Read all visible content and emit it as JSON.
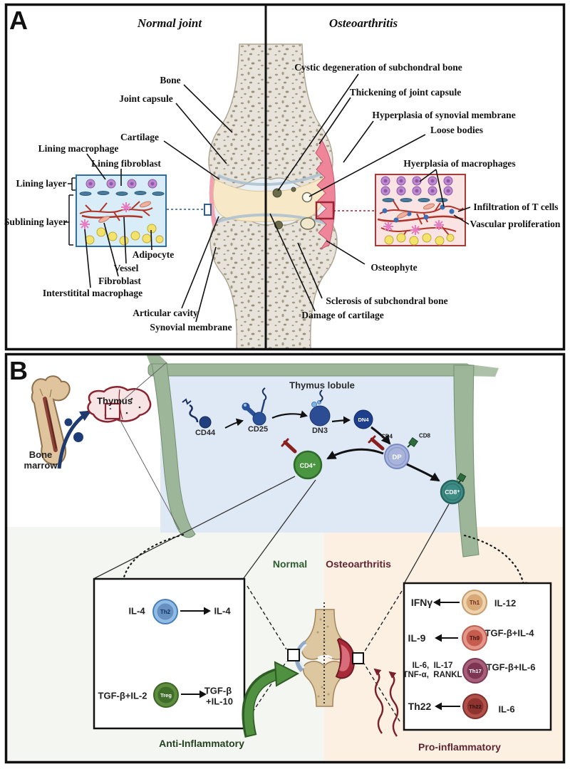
{
  "colors": {
    "anti_inflammatory_green": "#24421f",
    "pro_inflammatory_maroon": "#5e2633",
    "normal_green": "#2d5c2f",
    "synovium_pink": "#ef8599",
    "lobule_wall_green": "#9db699"
  },
  "panelA": {
    "label": "A",
    "normal_title": "Normal joint",
    "oa_title": "Osteoarthritis",
    "bone": "Bone",
    "joint_capsule": "Joint capsule",
    "cartilage": "Cartilage",
    "lining_macrophage": "Lining macrophage",
    "lining_fibroblast": "Lining fibroblast",
    "lining_layer": "Lining layer",
    "sublining_layer": "Sublining layer",
    "adipocyte": "Adipocyte",
    "vessel": "Vessel",
    "fibroblast": "Fibroblast",
    "interstitial_macrophage": "Interstitital macrophage",
    "articular_cavity": "Articular cavity",
    "synovial_membrane": "Synovial membrane",
    "cystic": "Cystic degeneration of subchondral bone",
    "thickening": "Thickening of joint capsule",
    "hyperplasia_synovial": "Hyperplasia of synovial membrane",
    "loose_bodies": "Loose bodies",
    "hyperplasia_macrophages": "Hyerplasia of macrophages",
    "infiltration_t_cells": "Infiltration of T cells",
    "vascular_proliferation": "Vascular proliferation",
    "osteophyte": "Osteophyte",
    "sclerosis": "Sclerosis of subchondral bone",
    "damage_cartilage": "Damage of cartilage"
  },
  "panelB": {
    "label": "B",
    "bone_marrow_line1": "Bone",
    "bone_marrow_line2": "marrow",
    "thymus": "Thymus",
    "thymus_lobule": "Thymus lobule",
    "cd44": "CD44",
    "cd25": "CD25",
    "dn3": "DN3",
    "dn4": "DN4",
    "dp": "DP",
    "cd4_receptor": "CD4",
    "cd8_receptor": "CD8",
    "cd4_pos": "CD4⁺",
    "cd8_pos": "CD8⁺",
    "normal": "Normal",
    "osteoarthritis": "Osteoarthritis",
    "left_box": {
      "il4_in": "IL-4",
      "th2": "Th2",
      "il4_out": "IL-4",
      "tgfb_il2": "TGF-β+IL-2",
      "treg": "Treg",
      "out_line1": "TGF-β",
      "out_line2": "+IL-10"
    },
    "right_box": {
      "r1_out": "IFNγ",
      "r1_cell": "Th1",
      "r1_in": "IL-12",
      "r2_out": "IL-9",
      "r2_cell": "Th9",
      "r2_in": "TGF-β+IL-4",
      "r3_out1": "IL-6,  IL-17",
      "r3_out2": "TNF-α,  RANKL",
      "r3_cell": "Th17",
      "r3_in": "TGF-β+IL-6",
      "r4_out": "Th22",
      "r4_cell": "Th22",
      "r4_in": "IL-6"
    },
    "anti_inflammatory": "Anti-Inflammatory",
    "pro_inflammatory": "Pro-inflammatory"
  }
}
